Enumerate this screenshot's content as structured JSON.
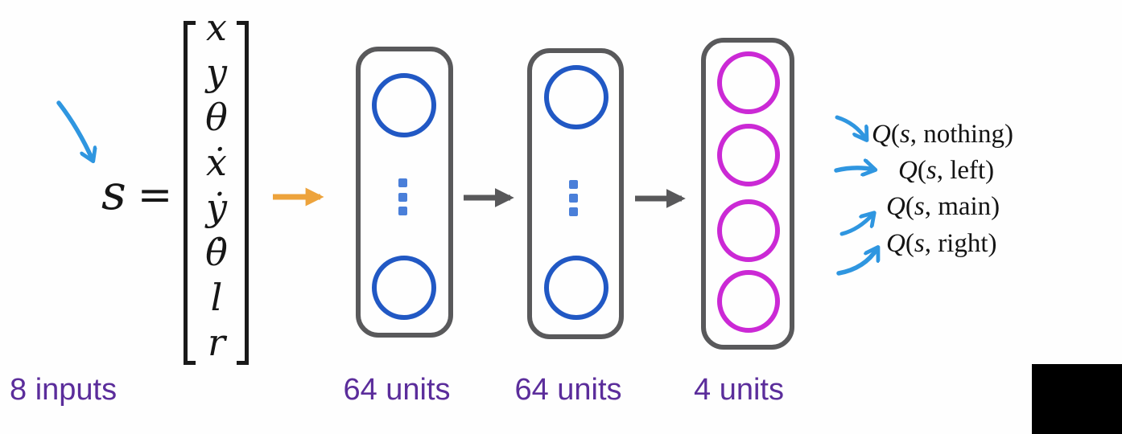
{
  "state": {
    "symbol": "s",
    "equals": "=",
    "vector": [
      "x",
      "y",
      "θ",
      "ẋ",
      "ẏ",
      "θ̇",
      "l",
      "r"
    ]
  },
  "labels": {
    "inputs": "8 inputs",
    "hidden1": "64 units",
    "hidden2": "64 units",
    "output": "4 units"
  },
  "outputs": [
    {
      "parts": [
        "Q",
        "(",
        "s",
        ", ",
        "nothing",
        ")"
      ]
    },
    {
      "parts": [
        "Q",
        "(",
        "s",
        ", ",
        "left",
        ")"
      ]
    },
    {
      "parts": [
        "Q",
        "(",
        "s",
        ", ",
        "main",
        ")"
      ]
    },
    {
      "parts": [
        "Q",
        "(",
        "s",
        ", ",
        "right",
        ")"
      ]
    }
  ],
  "icons": {
    "input_sketch_arrow": "hand-drawn blue arrow curving down-right",
    "vector_to_hidden1_arrow": "orange right arrow",
    "hidden1_to_hidden2_arrow": "gray right arrow",
    "hidden2_to_output_arrow": "gray right arrow",
    "q_row_arrows": "hand-drawn blue arrows pointing to each Q value",
    "layer_ellipsis": "vertical dots meaning more hidden units"
  },
  "colors": {
    "hidden_node_blue": "#2158c4",
    "ellipsis_blue": "#4a7fd9",
    "output_node_magenta": "#cb29d5",
    "layer_border_gray": "#59595b",
    "arrow_orange": "#eda33c",
    "arrow_gray": "#58585a",
    "sketch_blue": "#2f96e0",
    "label_purple": "#5b2d9b",
    "math_text": "#161616",
    "corner_rect_black": "#000000"
  }
}
